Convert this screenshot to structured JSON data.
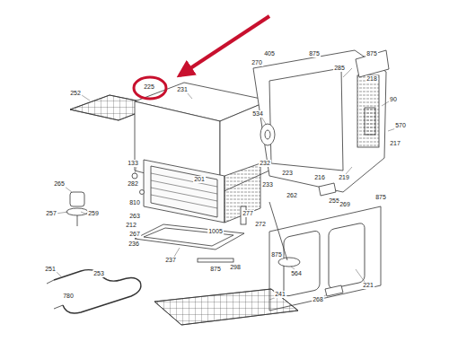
{
  "diagram": {
    "labels": [
      "405",
      "875",
      "875",
      "270",
      "285",
      "218",
      "90",
      "570",
      "217",
      "534",
      "232",
      "216",
      "219",
      "223",
      "233",
      "255",
      "875",
      "262",
      "277",
      "272",
      "269",
      "252",
      "225",
      "231",
      "133",
      "282",
      "201",
      "265",
      "257",
      "259",
      "810",
      "263",
      "212",
      "267",
      "236",
      "1005",
      "237",
      "298",
      "875",
      "875",
      "564",
      "221",
      "268",
      "251",
      "253",
      "780",
      "241"
    ]
  }
}
